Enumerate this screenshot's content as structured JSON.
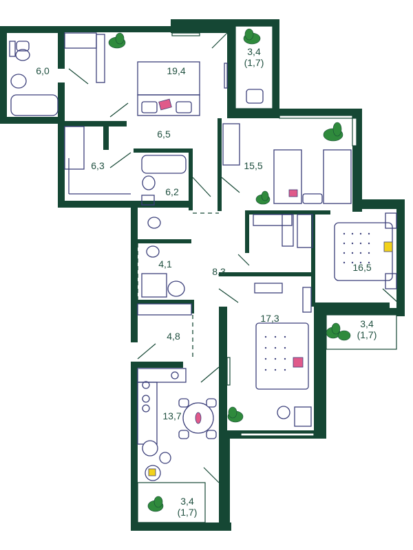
{
  "plan": {
    "rooms": [
      {
        "id": "bath-1",
        "label": "6,0"
      },
      {
        "id": "bedroom-1",
        "label": "19,4"
      },
      {
        "id": "balcony-1",
        "label": "3,4",
        "sub": "(1,7)"
      },
      {
        "id": "hall-1",
        "label": "6,5"
      },
      {
        "id": "wardrobe-1",
        "label": "6,3"
      },
      {
        "id": "bath-2",
        "label": "6,2"
      },
      {
        "id": "kids-room",
        "label": "15,5"
      },
      {
        "id": "wc",
        "label": "4,1"
      },
      {
        "id": "corridor",
        "label": "8,3"
      },
      {
        "id": "bedroom-2",
        "label": "16,5"
      },
      {
        "id": "balcony-2",
        "label": "3,4",
        "sub": "(1,7)"
      },
      {
        "id": "bedroom-3",
        "label": "17,3"
      },
      {
        "id": "entry",
        "label": "4,8"
      },
      {
        "id": "kitchen",
        "label": "13,7"
      },
      {
        "id": "balcony-3",
        "label": "3,4",
        "sub": "(1,7)"
      }
    ]
  },
  "colors": {
    "wall": "#154734",
    "furniture": "#3b3f7a",
    "plant": "#2f8a3c",
    "accent_pink": "#e05a8a",
    "accent_yellow": "#f2d21b"
  }
}
